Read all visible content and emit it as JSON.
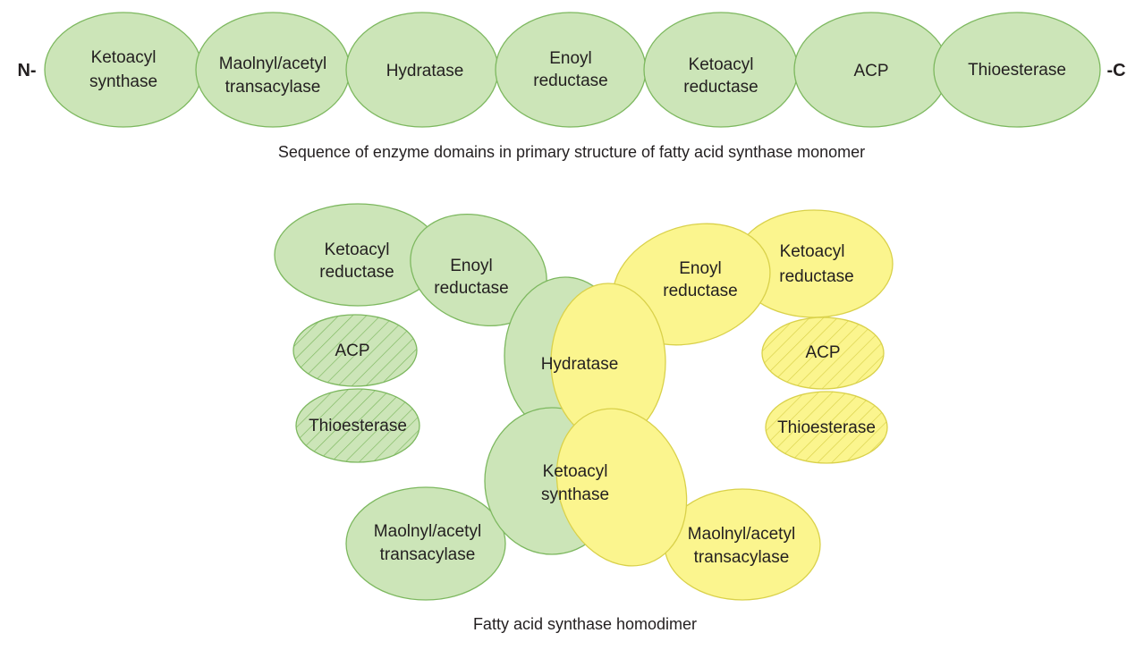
{
  "colors": {
    "green_fill": "#cce5b8",
    "green_stroke": "#7db85f",
    "yellow_fill": "#fbf58e",
    "yellow_stroke": "#d9d14a",
    "text": "#231f20"
  },
  "monomer": {
    "n_terminus": "N-",
    "c_terminus": "-C",
    "domains": [
      {
        "line1": "Ketoacyl",
        "line2": "synthase"
      },
      {
        "line1": "Maolnyl/acetyl",
        "line2": "transacylase"
      },
      {
        "line1": "Hydratase",
        "line2": ""
      },
      {
        "line1": "Enoyl",
        "line2": "reductase"
      },
      {
        "line1": "Ketoacyl",
        "line2": "reductase"
      },
      {
        "line1": "ACP",
        "line2": ""
      },
      {
        "line1": "Thioesterase",
        "line2": ""
      }
    ],
    "caption": "Sequence of enzyme domains in primary structure of fatty acid synthase monomer"
  },
  "dimer": {
    "green": {
      "ketoacyl_reductase": {
        "line1": "Ketoacyl",
        "line2": "reductase"
      },
      "enoyl_reductase": {
        "line1": "Enoyl",
        "line2": "reductase"
      },
      "acp": "ACP",
      "thioesterase": "Thioesterase",
      "hydratase": "Hydratase",
      "ketoacyl_synthase": {
        "line1": "Ketoacyl",
        "line2": "synthase"
      },
      "transacylase": {
        "line1": "Maolnyl/acetyl",
        "line2": "transacylase"
      }
    },
    "yellow": {
      "ketoacyl_reductase": {
        "line1": "Ketoacyl",
        "line2": "reductase"
      },
      "enoyl_reductase": {
        "line1": "Enoyl",
        "line2": "reductase"
      },
      "acp": "ACP",
      "thioesterase": "Thioesterase",
      "transacylase": {
        "line1": "Maolnyl/acetyl",
        "line2": "transacylase"
      }
    },
    "caption": "Fatty acid synthase homodimer"
  }
}
